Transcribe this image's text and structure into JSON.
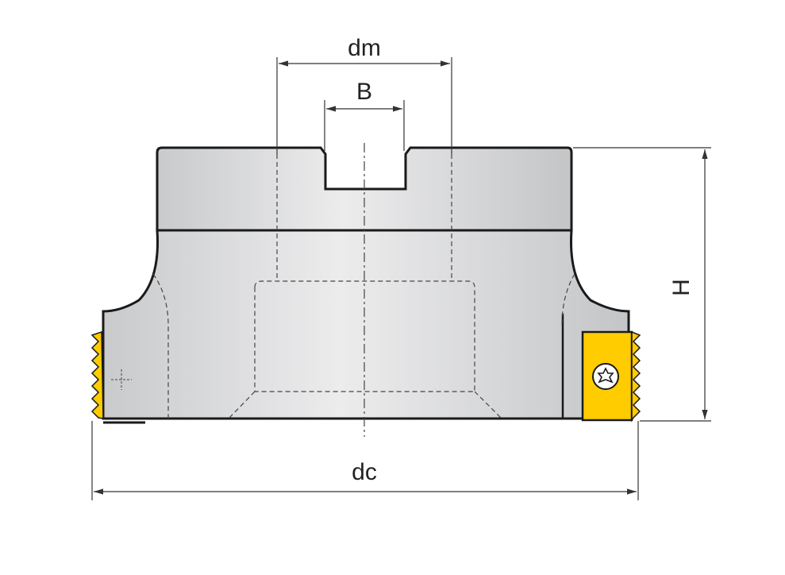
{
  "labels": {
    "dm": "dm",
    "B": "B",
    "H": "H",
    "dc": "dc"
  },
  "colors": {
    "body_fill": "#d9dadc",
    "outline": "#1a1a1a",
    "insert_fill": "#ffcc00",
    "dimension_line": "#333333"
  }
}
